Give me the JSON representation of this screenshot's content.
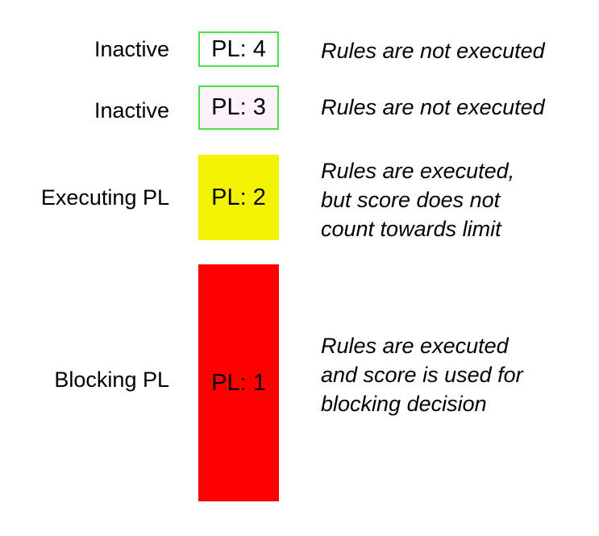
{
  "page": {
    "background": "#ffffff",
    "text_color": "#000000",
    "border_green": "#4ce04c"
  },
  "rows": [
    {
      "id": "pl4",
      "label": "Inactive",
      "box_text": "PL: 4",
      "box_fill": "#ffffff",
      "box_border": "#4ce04c",
      "description": "Rules are not executed"
    },
    {
      "id": "pl3",
      "label": "Inactive",
      "box_text": "PL: 3",
      "box_fill": "#fdf2fa",
      "box_border": "#4ce04c",
      "description": "Rules are not executed"
    },
    {
      "id": "pl2",
      "label": "Executing PL",
      "box_text": "PL: 2",
      "box_fill": "#f2f202",
      "description": "Rules are executed,\nbut score does not\ncount towards limit"
    },
    {
      "id": "pl1",
      "label": "Blocking PL",
      "box_text": "PL: 1",
      "box_fill": "#fe0000",
      "description": "Rules are executed\nand score is used for\nblocking decision"
    }
  ]
}
